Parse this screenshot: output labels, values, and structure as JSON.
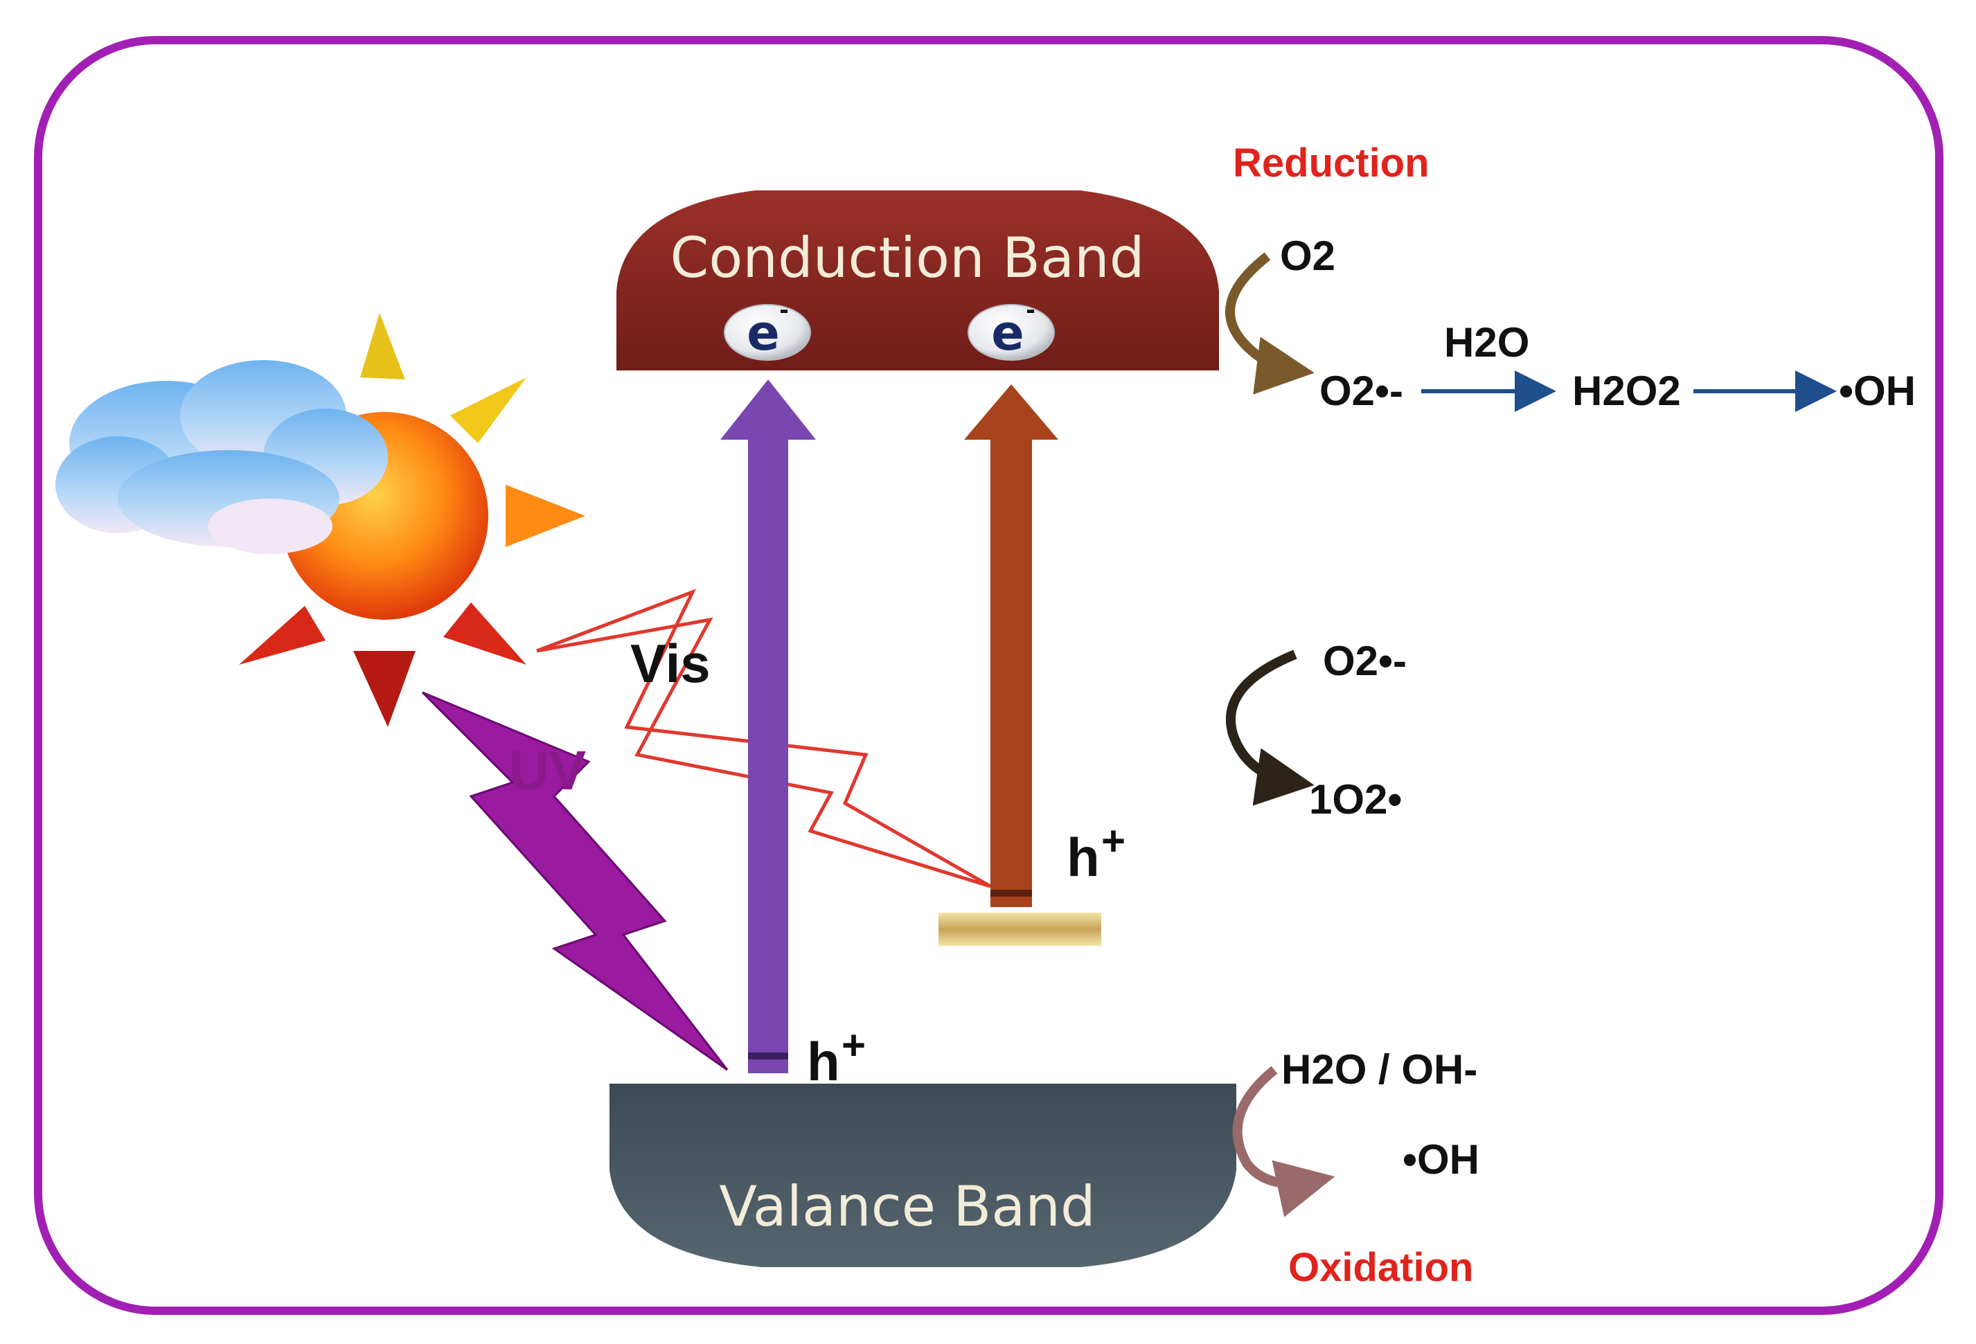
{
  "conduction_band": {
    "label": "Conduction Band",
    "electron": "e",
    "electron_charge": "-"
  },
  "valence_band": {
    "label": "Valance Band"
  },
  "holes": {
    "symbol": "h",
    "charge": "+"
  },
  "light": {
    "visible": "Vis",
    "uv": "UV"
  },
  "reduction": {
    "title": "Reduction",
    "o2": "O2",
    "superoxide": "O2•-",
    "water": "H2O",
    "peroxide": "H2O2",
    "hydroxyl": "•OH"
  },
  "middle": {
    "superoxide": "O2•-",
    "singlet": "1O2•"
  },
  "oxidation": {
    "title": "Oxidation",
    "reactant": "H2O / OH-",
    "product": "•OH"
  },
  "colors": {
    "frame": "#a21fb4",
    "conduction_band": "#8b2a24",
    "valence_band": "#44535e",
    "uv_arrow": "#7a46b0",
    "vis_arrow": "#a8431d",
    "uv_bolt": "#9a1aa0",
    "vis_bolt": "#e0382e",
    "reaction_arrow": "#1e4f8c",
    "sun_core": "#ff7a10"
  }
}
